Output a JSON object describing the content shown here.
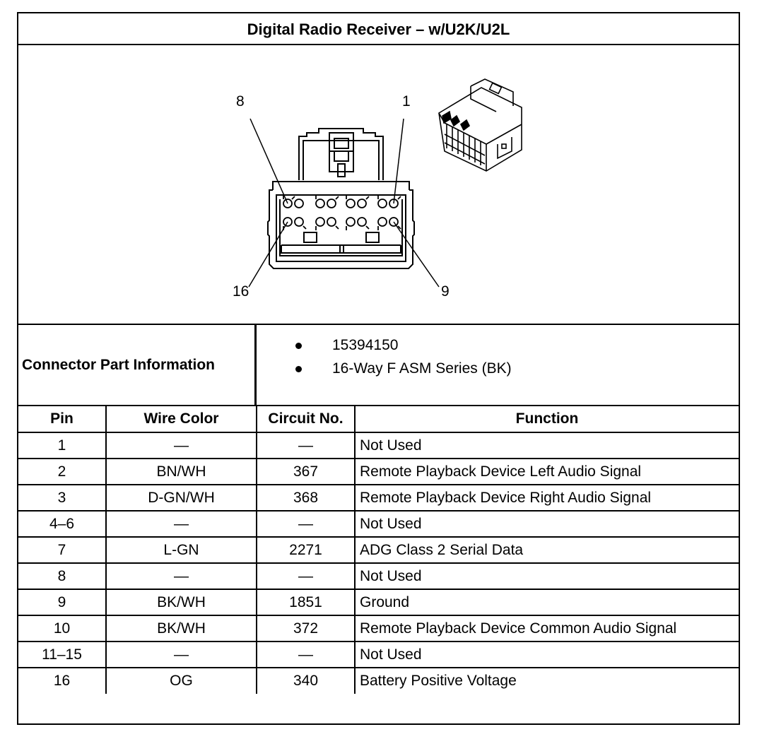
{
  "title": "Digital Radio Receiver – w/U2K/U2L",
  "figure": {
    "pin_callouts": {
      "top_left": "8",
      "top_right": "1",
      "bottom_left": "16",
      "bottom_right": "9"
    },
    "icons": [
      "connector-face-diagram",
      "connector-3d-view"
    ]
  },
  "connector_info": {
    "label": "Connector Part Information",
    "items": [
      "15394150",
      "16-Way F ASM Series (BK)"
    ]
  },
  "table": {
    "headers": {
      "pin": "Pin",
      "wire_color": "Wire Color",
      "circuit_no": "Circuit No.",
      "function": "Function"
    },
    "rows": [
      {
        "pin": "1",
        "wire_color": "—",
        "circuit": "—",
        "function": "Not Used"
      },
      {
        "pin": "2",
        "wire_color": "BN/WH",
        "circuit": "367",
        "function": "Remote Playback Device Left Audio Signal"
      },
      {
        "pin": "3",
        "wire_color": "D-GN/WH",
        "circuit": "368",
        "function": "Remote Playback Device Right Audio Signal"
      },
      {
        "pin": "4–6",
        "wire_color": "—",
        "circuit": "—",
        "function": "Not Used"
      },
      {
        "pin": "7",
        "wire_color": "L-GN",
        "circuit": "2271",
        "function": "ADG Class 2 Serial Data"
      },
      {
        "pin": "8",
        "wire_color": "—",
        "circuit": "—",
        "function": "Not Used"
      },
      {
        "pin": "9",
        "wire_color": "BK/WH",
        "circuit": "1851",
        "function": "Ground"
      },
      {
        "pin": "10",
        "wire_color": "BK/WH",
        "circuit": "372",
        "function": "Remote Playback Device Common Audio Signal"
      },
      {
        "pin": "11–15",
        "wire_color": "—",
        "circuit": "—",
        "function": "Not Used"
      },
      {
        "pin": "16",
        "wire_color": "OG",
        "circuit": "340",
        "function": "Battery Positive Voltage"
      }
    ]
  }
}
